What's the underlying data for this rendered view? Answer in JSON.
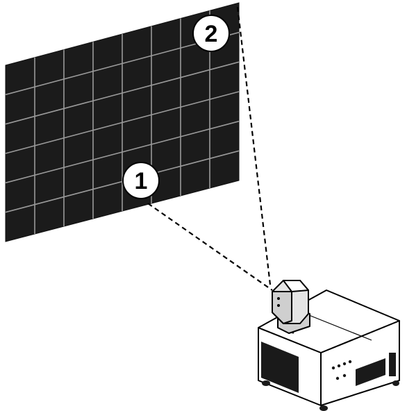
{
  "diagram": {
    "screen": {
      "grid_columns": 8,
      "grid_rows": 6,
      "fill": "#1b1b1b",
      "grid_line_color": "#9a9a9a"
    },
    "callouts": [
      {
        "label": "1",
        "target": "screen-point-lower-center"
      },
      {
        "label": "2",
        "target": "screen-corner-top-right"
      }
    ],
    "projector": {
      "icon": "projector-icon",
      "body_color": "#ffffff",
      "outline_color": "#000000"
    },
    "beam": {
      "style": "dashed",
      "color": "#000000"
    }
  }
}
